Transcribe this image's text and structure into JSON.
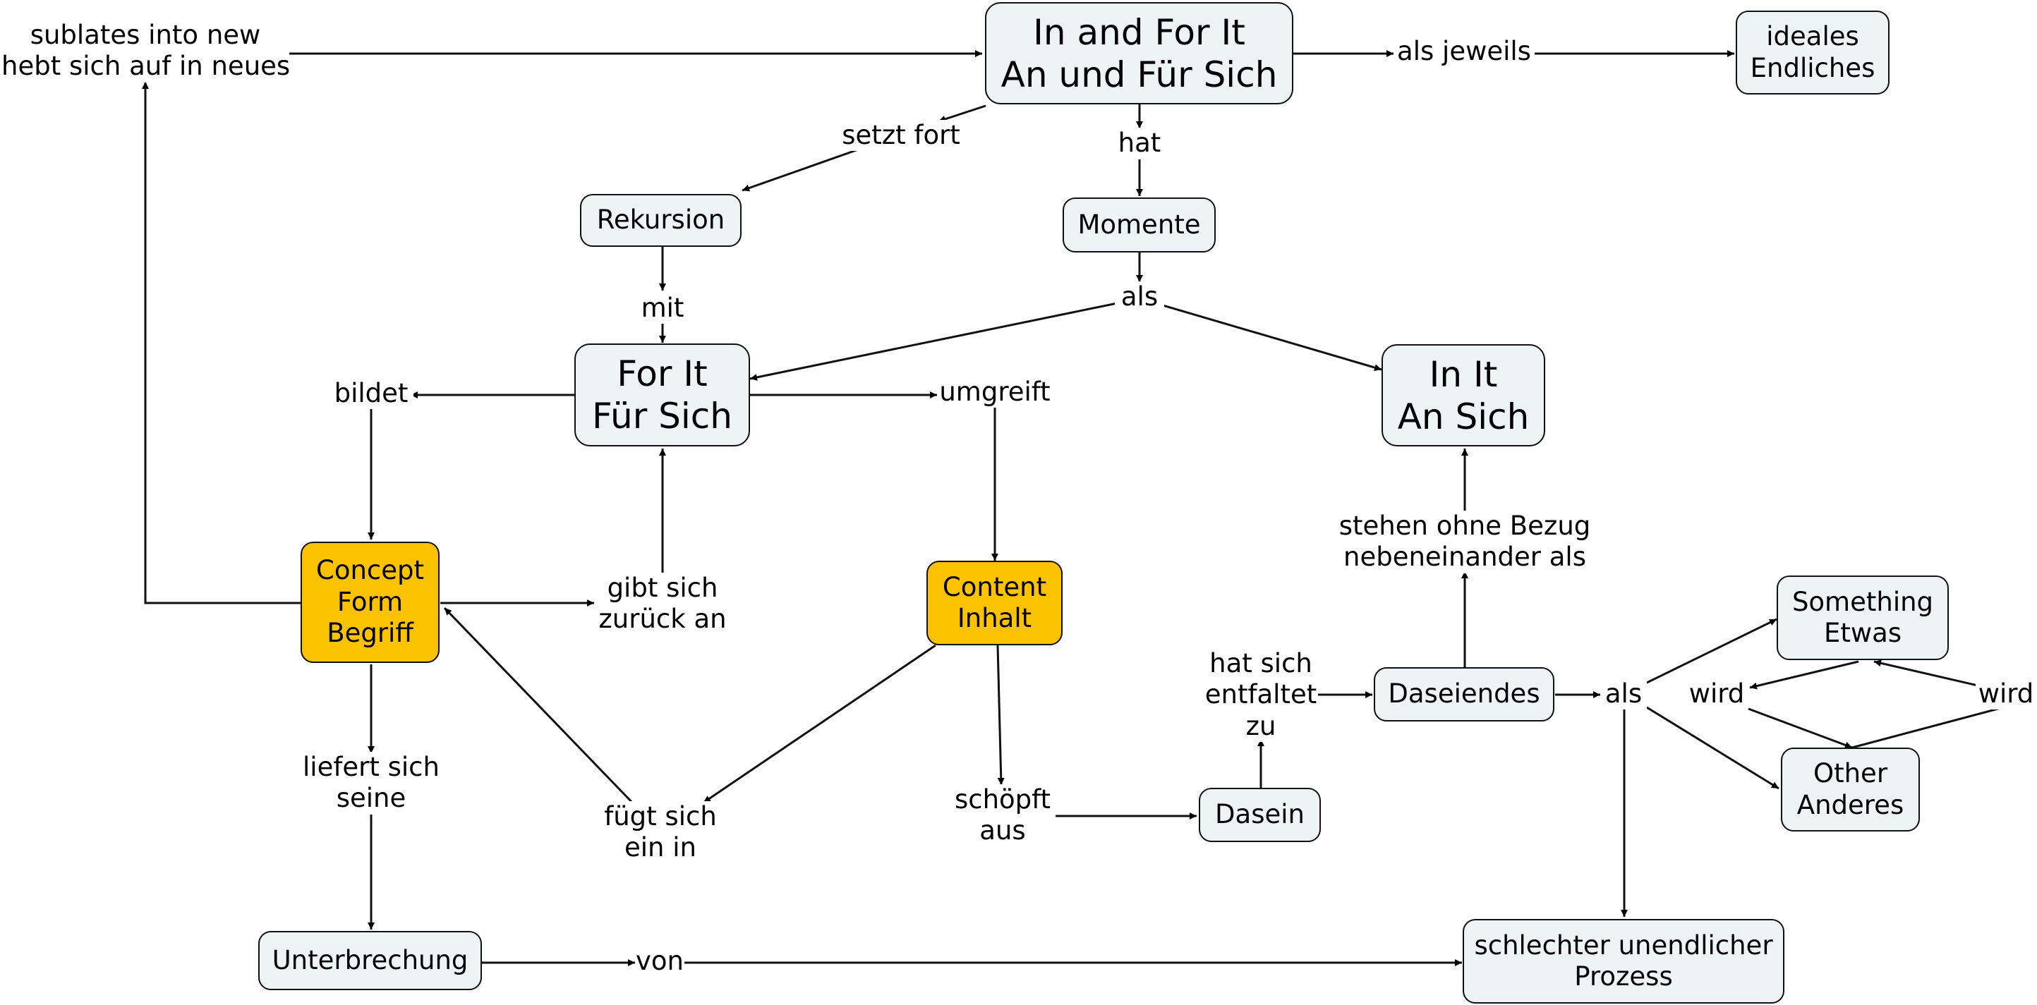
{
  "nodes": {
    "in_and_for_it": [
      "In and For It",
      "An und Für Sich"
    ],
    "ideales": [
      "ideales",
      "Endliches"
    ],
    "rekursion": [
      "Rekursion"
    ],
    "momente": [
      "Momente"
    ],
    "for_it": [
      "For It",
      "Für Sich"
    ],
    "in_it": [
      "In It",
      "An Sich"
    ],
    "concept": [
      "Concept",
      "Form",
      "Begriff"
    ],
    "content": [
      "Content",
      "Inhalt"
    ],
    "something": [
      "Something",
      "Etwas"
    ],
    "daseiendes": [
      "Daseiendes"
    ],
    "other": [
      "Other",
      "Anderes"
    ],
    "dasein": [
      "Dasein"
    ],
    "unterbrechung": [
      "Unterbrechung"
    ],
    "prozess": [
      "schlechter unendlicher",
      "Prozess"
    ]
  },
  "links": {
    "sublates": [
      "sublates into new",
      "hebt sich auf in neues"
    ],
    "als_jeweils": [
      "als jeweils"
    ],
    "setzt_fort": [
      "setzt fort"
    ],
    "hat": [
      "hat"
    ],
    "mit": [
      "mit"
    ],
    "als_top": [
      "als"
    ],
    "bildet": [
      "bildet"
    ],
    "umgreift": [
      "umgreift"
    ],
    "stehen": [
      "stehen ohne Bezug",
      "nebeneinander als"
    ],
    "gibt_sich": [
      "gibt sich",
      "zurück an"
    ],
    "hat_sich": [
      "hat sich",
      "entfaltet",
      "zu"
    ],
    "als_right": [
      "als"
    ],
    "wird_left": [
      "wird"
    ],
    "wird_right": [
      "wird"
    ],
    "liefert": [
      "liefert sich",
      "seine"
    ],
    "fuegt": [
      "fügt sich",
      "ein in"
    ],
    "schoepft": [
      "schöpft",
      "aus"
    ],
    "von": [
      "von"
    ]
  },
  "colors": {
    "node_fill": "#eef3f4",
    "highlight_fill": "#fbc200",
    "line": "#111111"
  }
}
